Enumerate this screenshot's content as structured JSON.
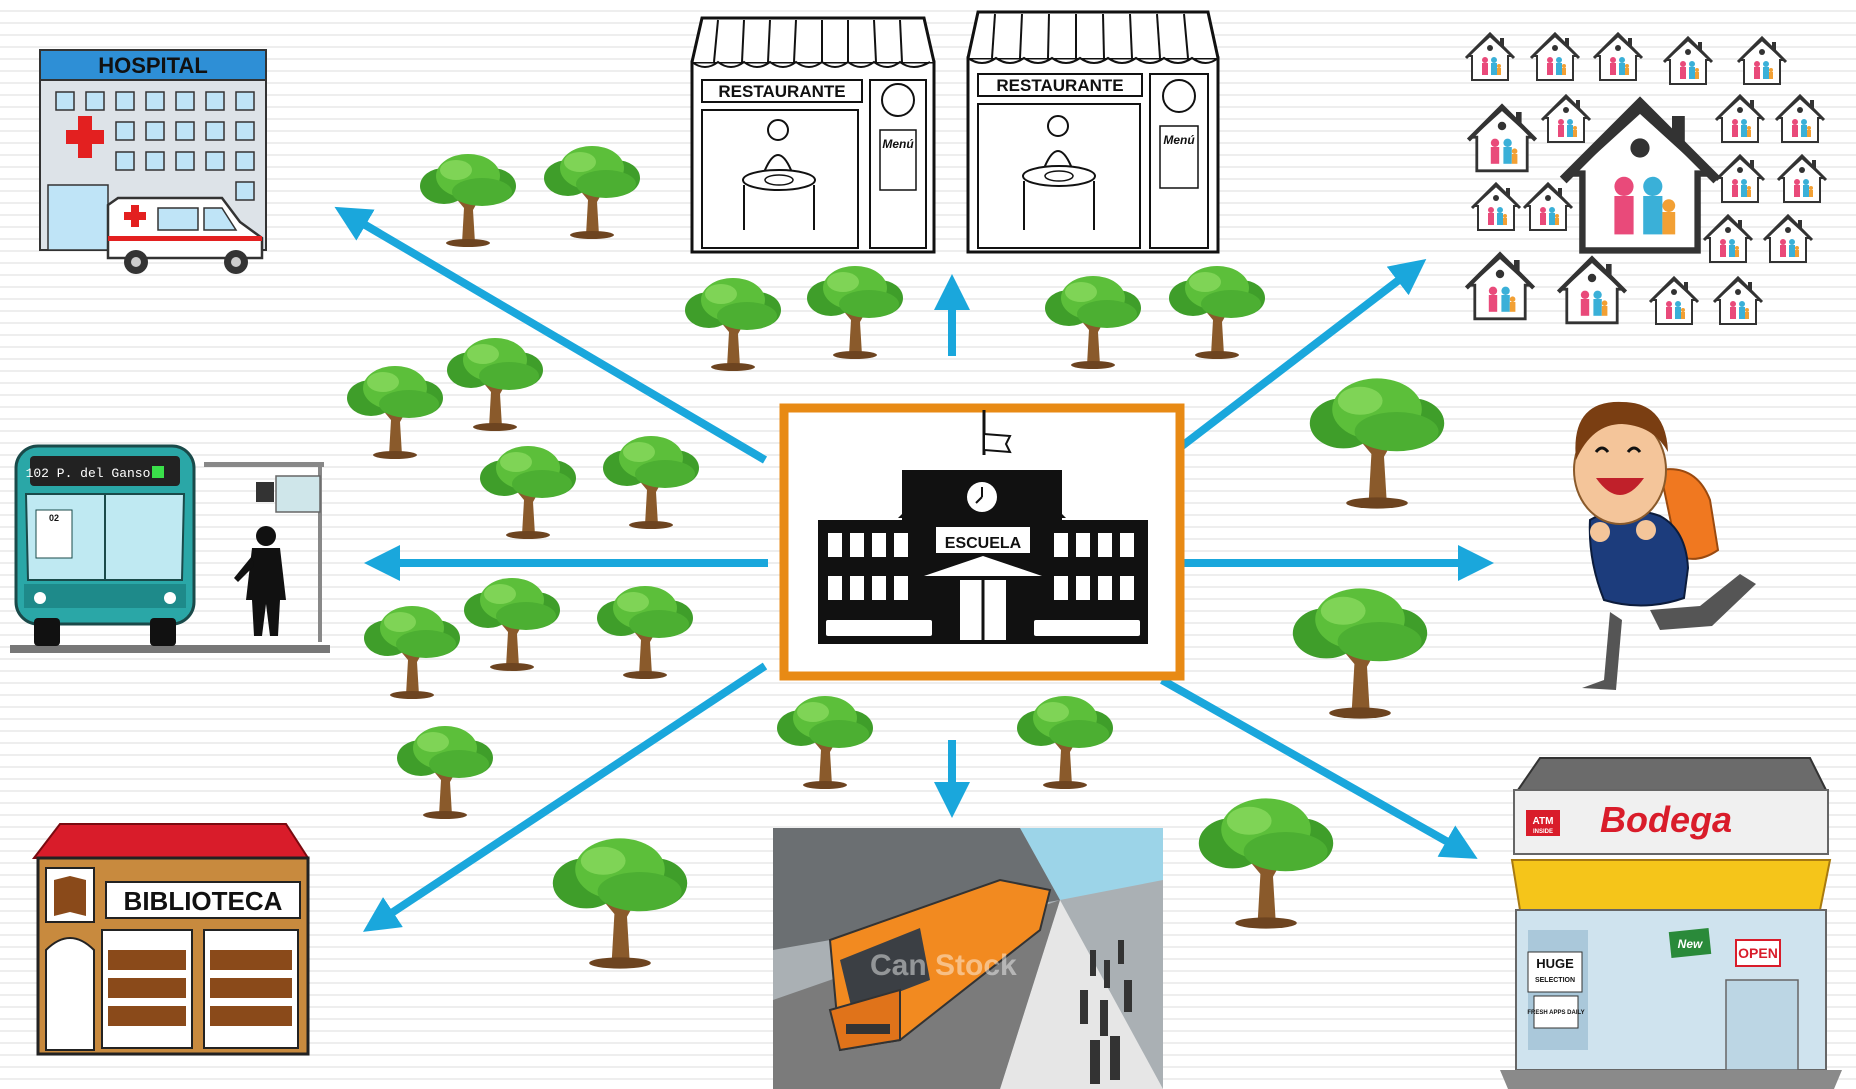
{
  "colors": {
    "arrow": "#1aa7dc",
    "center_border": "#e88a14",
    "tree_leaf": "#4caf32",
    "tree_trunk": "#8a5a2b",
    "hospital_sign": "#2e8fd6",
    "library_roof": "#d91c2a",
    "bus_body": "#2aa7a7",
    "bodega_awning": "#f5c51a"
  },
  "center": {
    "label": "ESCUELA",
    "icon": "school-building-icon"
  },
  "places": {
    "hospital": {
      "label": "HOSPITAL",
      "icon": "hospital-icon"
    },
    "restaurant_1": {
      "label": "RESTAURANTE",
      "menu": "Menú",
      "icon": "restaurant-icon"
    },
    "restaurant_2": {
      "label": "RESTAURANTE",
      "menu": "Menú",
      "icon": "restaurant-icon"
    },
    "houses": {
      "icon": "family-houses-icon"
    },
    "bus_stop": {
      "route": "102 P. del Ganso",
      "number": "02",
      "icon": "bus-stop-icon"
    },
    "child": {
      "icon": "running-child-icon"
    },
    "library": {
      "label": "BIBLIOTECA",
      "icon": "library-icon"
    },
    "train_station": {
      "watermark": "Can Stock",
      "icon": "train-station-icon"
    },
    "bodega": {
      "label": "Bodega",
      "atm": "ATM",
      "atm_sub": "INSIDE",
      "open": "OPEN",
      "huge": "HUGE",
      "selection": "SELECTION",
      "fresh": "FRESH APPS DAILY",
      "new": "New",
      "icon": "bodega-store-icon"
    }
  }
}
